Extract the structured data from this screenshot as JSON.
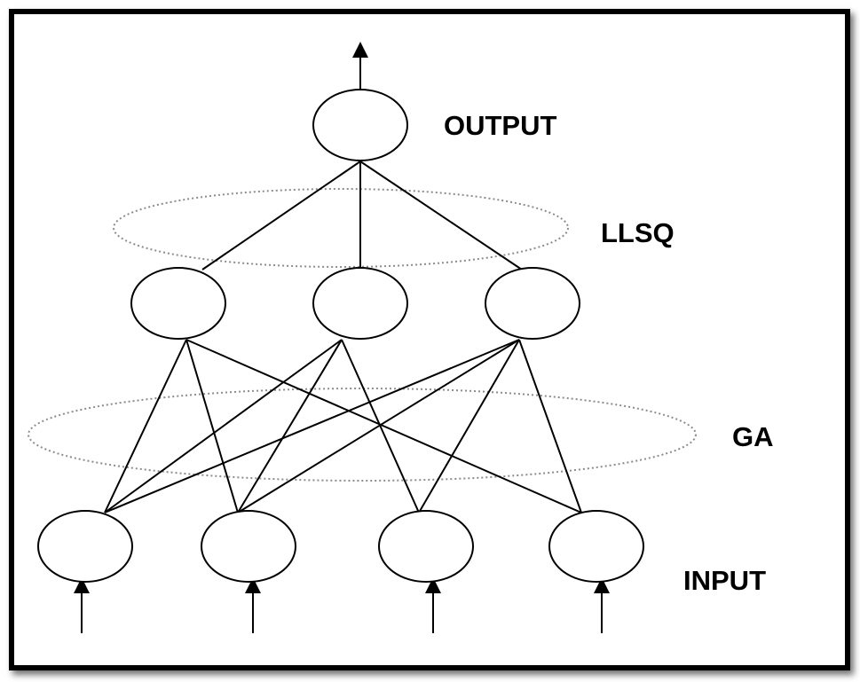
{
  "labels": {
    "output": "OUTPUT",
    "llsq": "LLSQ",
    "ga": "GA",
    "input": "INPUT"
  },
  "colors": {
    "ink": "#000000",
    "dotted_ellipse": "#8c8c8c",
    "background": "#ffffff"
  },
  "network": {
    "input_nodes": 4,
    "hidden_nodes": 3,
    "output_nodes": 1,
    "input_to_hidden_edges": [
      [
        0,
        0
      ],
      [
        0,
        1
      ],
      [
        0,
        2
      ],
      [
        1,
        0
      ],
      [
        1,
        1
      ],
      [
        1,
        2
      ],
      [
        2,
        1
      ],
      [
        2,
        2
      ],
      [
        3,
        0
      ],
      [
        3,
        2
      ]
    ],
    "hidden_to_output_edges": [
      [
        0,
        0
      ],
      [
        1,
        0
      ],
      [
        2,
        0
      ]
    ]
  }
}
